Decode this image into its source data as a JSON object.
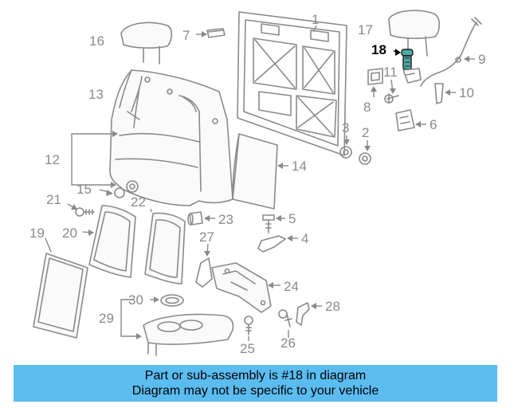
{
  "diagram": {
    "callouts": [
      "1",
      "2",
      "3",
      "4",
      "5",
      "6",
      "7",
      "8",
      "9",
      "10",
      "11",
      "12",
      "13",
      "14",
      "15",
      "16",
      "17",
      "18",
      "19",
      "20",
      "21",
      "22",
      "23",
      "24",
      "25",
      "26",
      "27",
      "28",
      "29",
      "30"
    ],
    "highlighted_part": "18",
    "highlight_color": "#4fa9a3",
    "line_color": "#8a8a8a"
  },
  "banner": {
    "line1": "Part or sub-assembly is #18 in diagram",
    "line2": "Diagram may not be specific to your vehicle",
    "background": "#5bbcf0"
  }
}
